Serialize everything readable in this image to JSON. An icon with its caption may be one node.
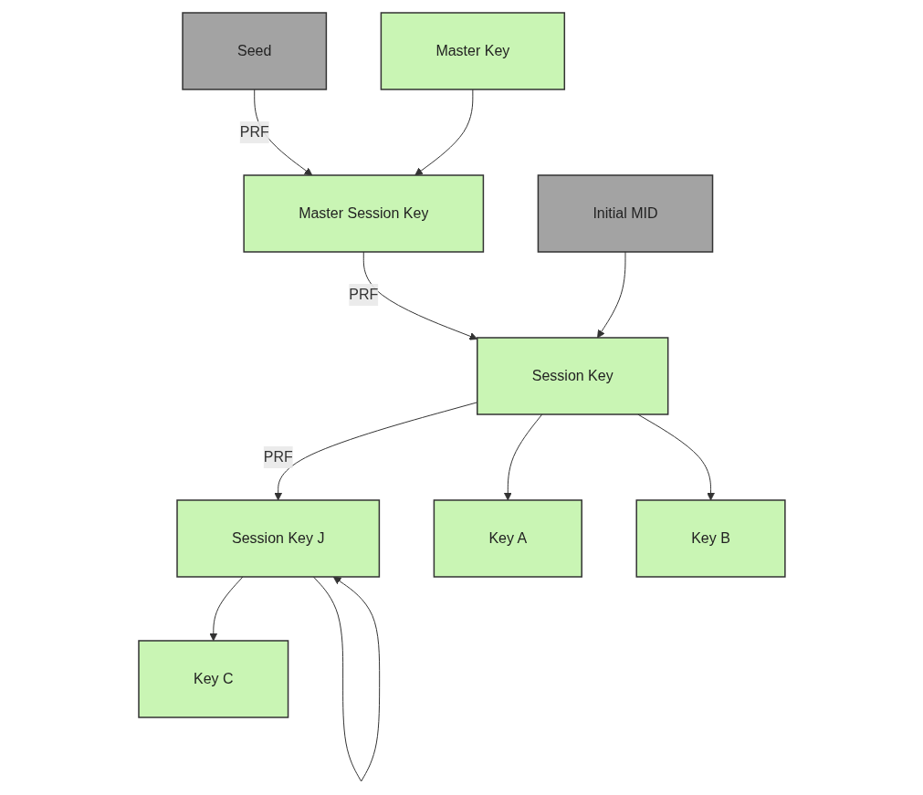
{
  "diagram": {
    "nodes": [
      {
        "text": [
          "Seed"
        ]
      },
      {
        "text": [
          "Master Key"
        ]
      },
      {
        "text": [
          "Master Session Key"
        ]
      },
      {
        "text": [
          "Initial MID"
        ]
      },
      {
        "text": [
          "Session Key"
        ]
      },
      {
        "text": [
          "Session Key J"
        ]
      },
      {
        "text": [
          "Key A"
        ]
      },
      {
        "text": [
          "Key B"
        ]
      },
      {
        "text": [
          "Key C"
        ]
      }
    ],
    "edges": [
      {
        "from": 0,
        "to": 2,
        "arrow": "to",
        "label": "PRF"
      },
      {
        "from": 1,
        "to": 2,
        "arrow": "to"
      },
      {
        "from": 2,
        "to": 4,
        "arrow": "to",
        "label": "PRF"
      },
      {
        "from": 3,
        "to": 4,
        "arrow": "to"
      },
      {
        "from": 4,
        "to": 5,
        "arrow": "to",
        "label": "PRF"
      },
      {
        "from": 5,
        "to": 5,
        "arrow": "to"
      },
      {
        "from": 4,
        "to": 6,
        "arrow": "to"
      },
      {
        "from": 4,
        "to": 7,
        "arrow": "to"
      },
      {
        "from": 5,
        "to": 8,
        "arrow": "to"
      }
    ]
  }
}
